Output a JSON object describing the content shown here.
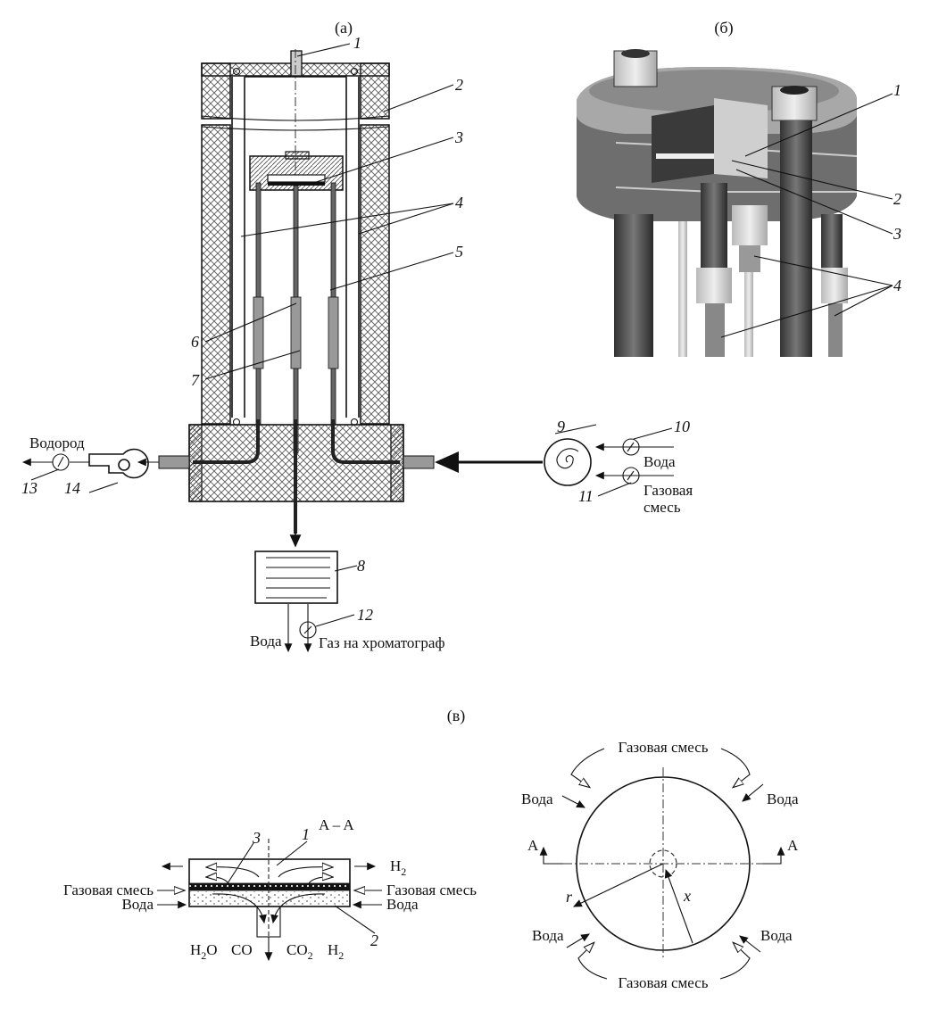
{
  "panels": {
    "a": {
      "caption": "(а)",
      "callouts": [
        "1",
        "2",
        "3",
        "4",
        "5",
        "6",
        "7",
        "8",
        "9",
        "10",
        "11",
        "12",
        "13",
        "14"
      ],
      "labels": {
        "hydrogen": "Водород",
        "water_in": "Вода",
        "gas_mix_line1": "Газовая",
        "gas_mix_line2": "смесь",
        "water_out": "Вода",
        "gas_to_chromatograph": "Газ на  хроматограф"
      }
    },
    "b": {
      "caption": "(б)",
      "callouts": [
        "1",
        "2",
        "3",
        "4"
      ]
    },
    "c": {
      "caption": "(в)",
      "section": {
        "title": "A – A",
        "callouts": [
          "3",
          "1",
          "2"
        ],
        "left_gas": "Газовая смесь",
        "left_water": "Вода",
        "right_gas": "Газовая смесь",
        "right_water": "Вода",
        "h2_out": "H",
        "h2_sub": "2",
        "products": [
          {
            "base": "H",
            "sub": "2",
            "tail": "O"
          },
          {
            "base": "CO",
            "sub": "",
            "tail": ""
          },
          {
            "base": "CO",
            "sub": "2",
            "tail": ""
          },
          {
            "base": "H",
            "sub": "2",
            "tail": ""
          }
        ]
      },
      "plan": {
        "gas_top": "Газовая смесь",
        "gas_bottom": "Газовая смесь",
        "water_tl": "Вода",
        "water_tr": "Вода",
        "water_bl": "Вода",
        "water_br": "Вода",
        "section_left": "A",
        "section_right": "A",
        "radius_label": "r",
        "x_label": "x"
      }
    }
  }
}
